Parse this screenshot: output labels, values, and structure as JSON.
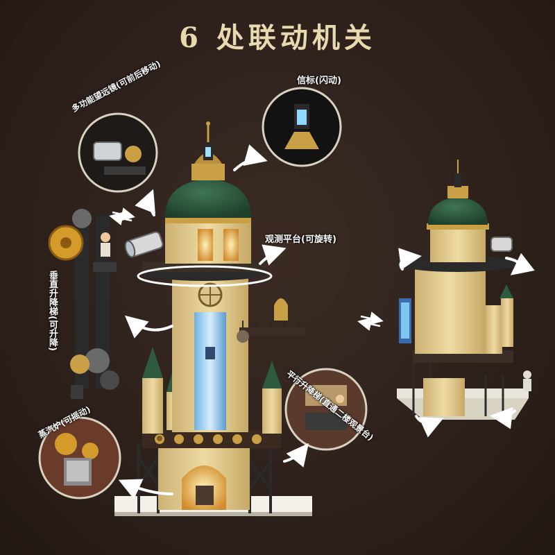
{
  "title": "6 处联动机关",
  "colors": {
    "background": "#2f221d",
    "title": "#e9d9ae",
    "dome_green": "#2e5a3e",
    "gold": "#c9a045",
    "cream": "#e8d49a",
    "metal_dark": "#2b2b2b"
  },
  "callouts": {
    "telescope": "多功能望远镜(可前后移动)",
    "beacon": "信标(闪动)",
    "platform": "观测平台(可旋转)",
    "elevator_vertical": "垂直升降梯(可升降)",
    "elevator_parallel": "平行升降梯(直通二楼观景台)",
    "boiler": "蒸汽炉(可摇动)"
  },
  "icons": [
    "curved-arrow-icon",
    "rotation-arrow-icon",
    "double-arrow-icon",
    "gear-icon"
  ]
}
